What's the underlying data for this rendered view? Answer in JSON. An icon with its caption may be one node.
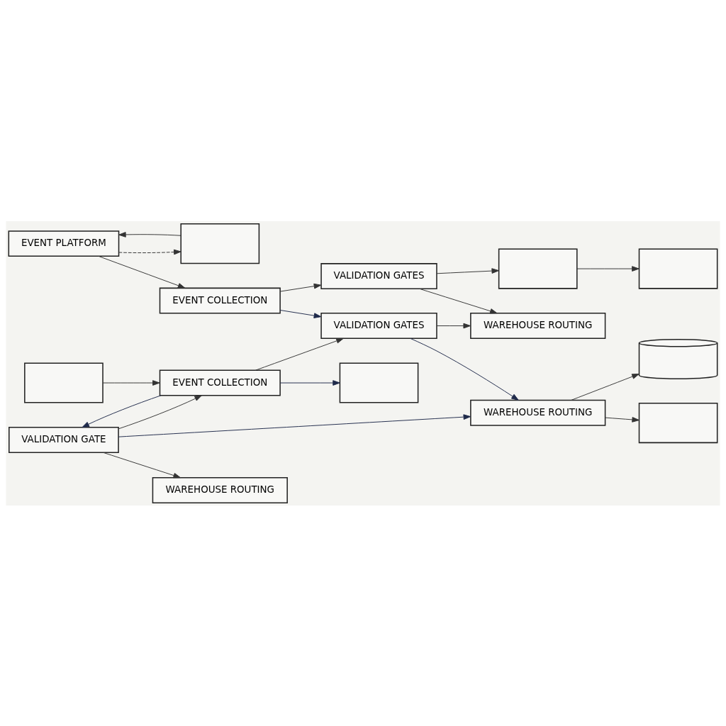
{
  "diagram": {
    "nodes": [
      {
        "text": [
          "EVENT PLATFORM"
        ]
      },
      {
        "text": [],
        "shape": "box"
      },
      {
        "text": [],
        "shape": "box"
      },
      {
        "text": [
          "VALIDATION GATES"
        ]
      },
      {
        "text": [
          "EVENT COLLECTION"
        ]
      },
      {
        "text": [
          "WAREHOUSE ROUTING"
        ]
      },
      {
        "text": [
          "VALIDATION GATES"
        ]
      },
      {
        "text": [
          "EVENT COLLECTION"
        ]
      },
      {
        "text": [
          "WAREHOUSE ROUTING"
        ]
      },
      {
        "text": [],
        "shape": "box"
      },
      {
        "text": [
          "VALIDATION GATE"
        ]
      },
      {
        "text": [],
        "shape": "box"
      },
      {
        "text": [
          "WAREHOUSE ROUTING"
        ]
      },
      {
        "text": [],
        "shape": "cylinder"
      },
      {
        "text": [],
        "shape": "box"
      },
      {
        "text": [],
        "shape": "box"
      }
    ],
    "edges": [
      {
        "from": 0,
        "to": 1,
        "arrow": "to",
        "style": "dashed"
      },
      {
        "from": 1,
        "to": 0,
        "arrow": "to"
      },
      {
        "from": 0,
        "to": 4,
        "arrow": "to"
      },
      {
        "from": 4,
        "to": 3,
        "arrow": "to"
      },
      {
        "from": 3,
        "to": 2,
        "arrow": "to"
      },
      {
        "from": 3,
        "to": 5,
        "arrow": "to"
      },
      {
        "from": 2,
        "to": 14,
        "arrow": "to"
      },
      {
        "from": 4,
        "to": 6,
        "arrow": "to",
        "color": "#1f2a4a"
      },
      {
        "from": 7,
        "to": 6,
        "arrow": "to"
      },
      {
        "from": 6,
        "to": 5,
        "arrow": "to"
      },
      {
        "from": 6,
        "to": 8,
        "arrow": "to",
        "color": "#1f2a4a"
      },
      {
        "from": 9,
        "to": 7,
        "arrow": "to"
      },
      {
        "from": 7,
        "to": 10,
        "arrow": "to",
        "color": "#1f2a4a"
      },
      {
        "from": 10,
        "to": 7,
        "arrow": "to"
      },
      {
        "from": 10,
        "to": 8,
        "arrow": "to",
        "color": "#1f2a4a"
      },
      {
        "from": 10,
        "to": 12,
        "arrow": "to"
      },
      {
        "from": 8,
        "to": 13,
        "arrow": "to"
      },
      {
        "from": 8,
        "to": 15,
        "arrow": "to"
      },
      {
        "from": 7,
        "to": 11,
        "arrow": "to",
        "color": "#1f2a4a"
      }
    ]
  }
}
